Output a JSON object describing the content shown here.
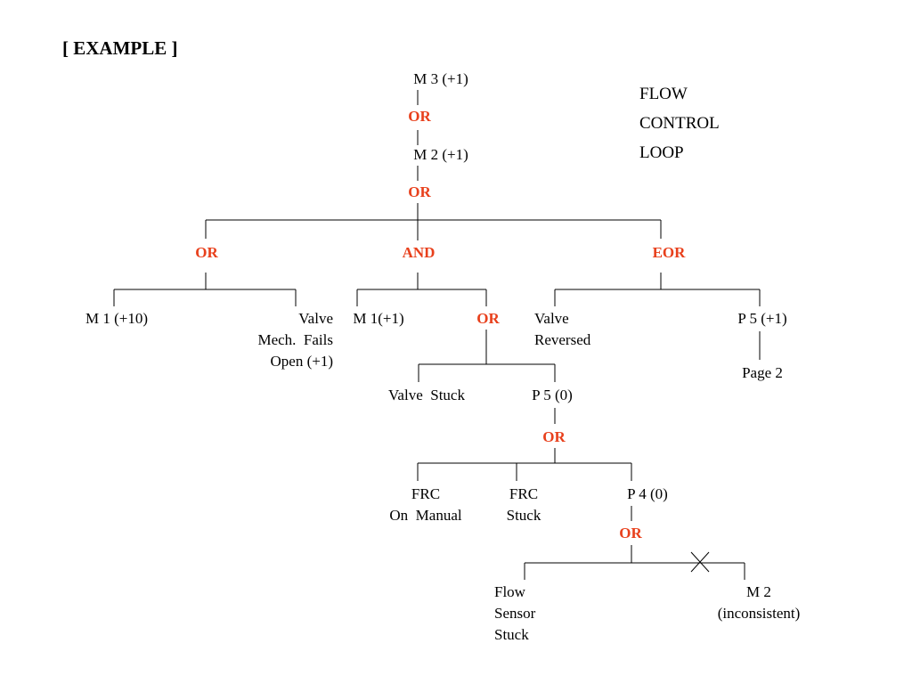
{
  "title": "[ EXAMPLE ]",
  "side_note": [
    "FLOW",
    "CONTROL",
    "LOOP"
  ],
  "nodes": {
    "m3": "M 3 (+1)",
    "or_top1": "OR",
    "m2": "M 2 (+1)",
    "or_top2": "OR",
    "or_left": "OR",
    "and_mid": "AND",
    "eor_right": "EOR",
    "m1_10": "M 1 (+10)",
    "valve_mech": "Valve\nMech.  Fails\nOpen (+1)",
    "m1_1": "M 1(+1)",
    "or_and": "OR",
    "valve_reversed": "Valve\nReversed",
    "p5_1": "P 5 (+1)",
    "page2": "Page 2",
    "valve_stuck": "Valve  Stuck",
    "p5_0": "P 5 (0)",
    "or_p5": "OR",
    "frc_manual": "FRC\nOn  Manual",
    "frc_stuck": "FRC\nStuck",
    "p4_0": "P 4 (0)",
    "or_p4": "OR",
    "flow_sensor": "Flow\nSensor\nStuck",
    "m2_inconsistent": "M 2\n(inconsistent)"
  },
  "colors": {
    "gate": "#e8401c",
    "text": "#000000"
  }
}
